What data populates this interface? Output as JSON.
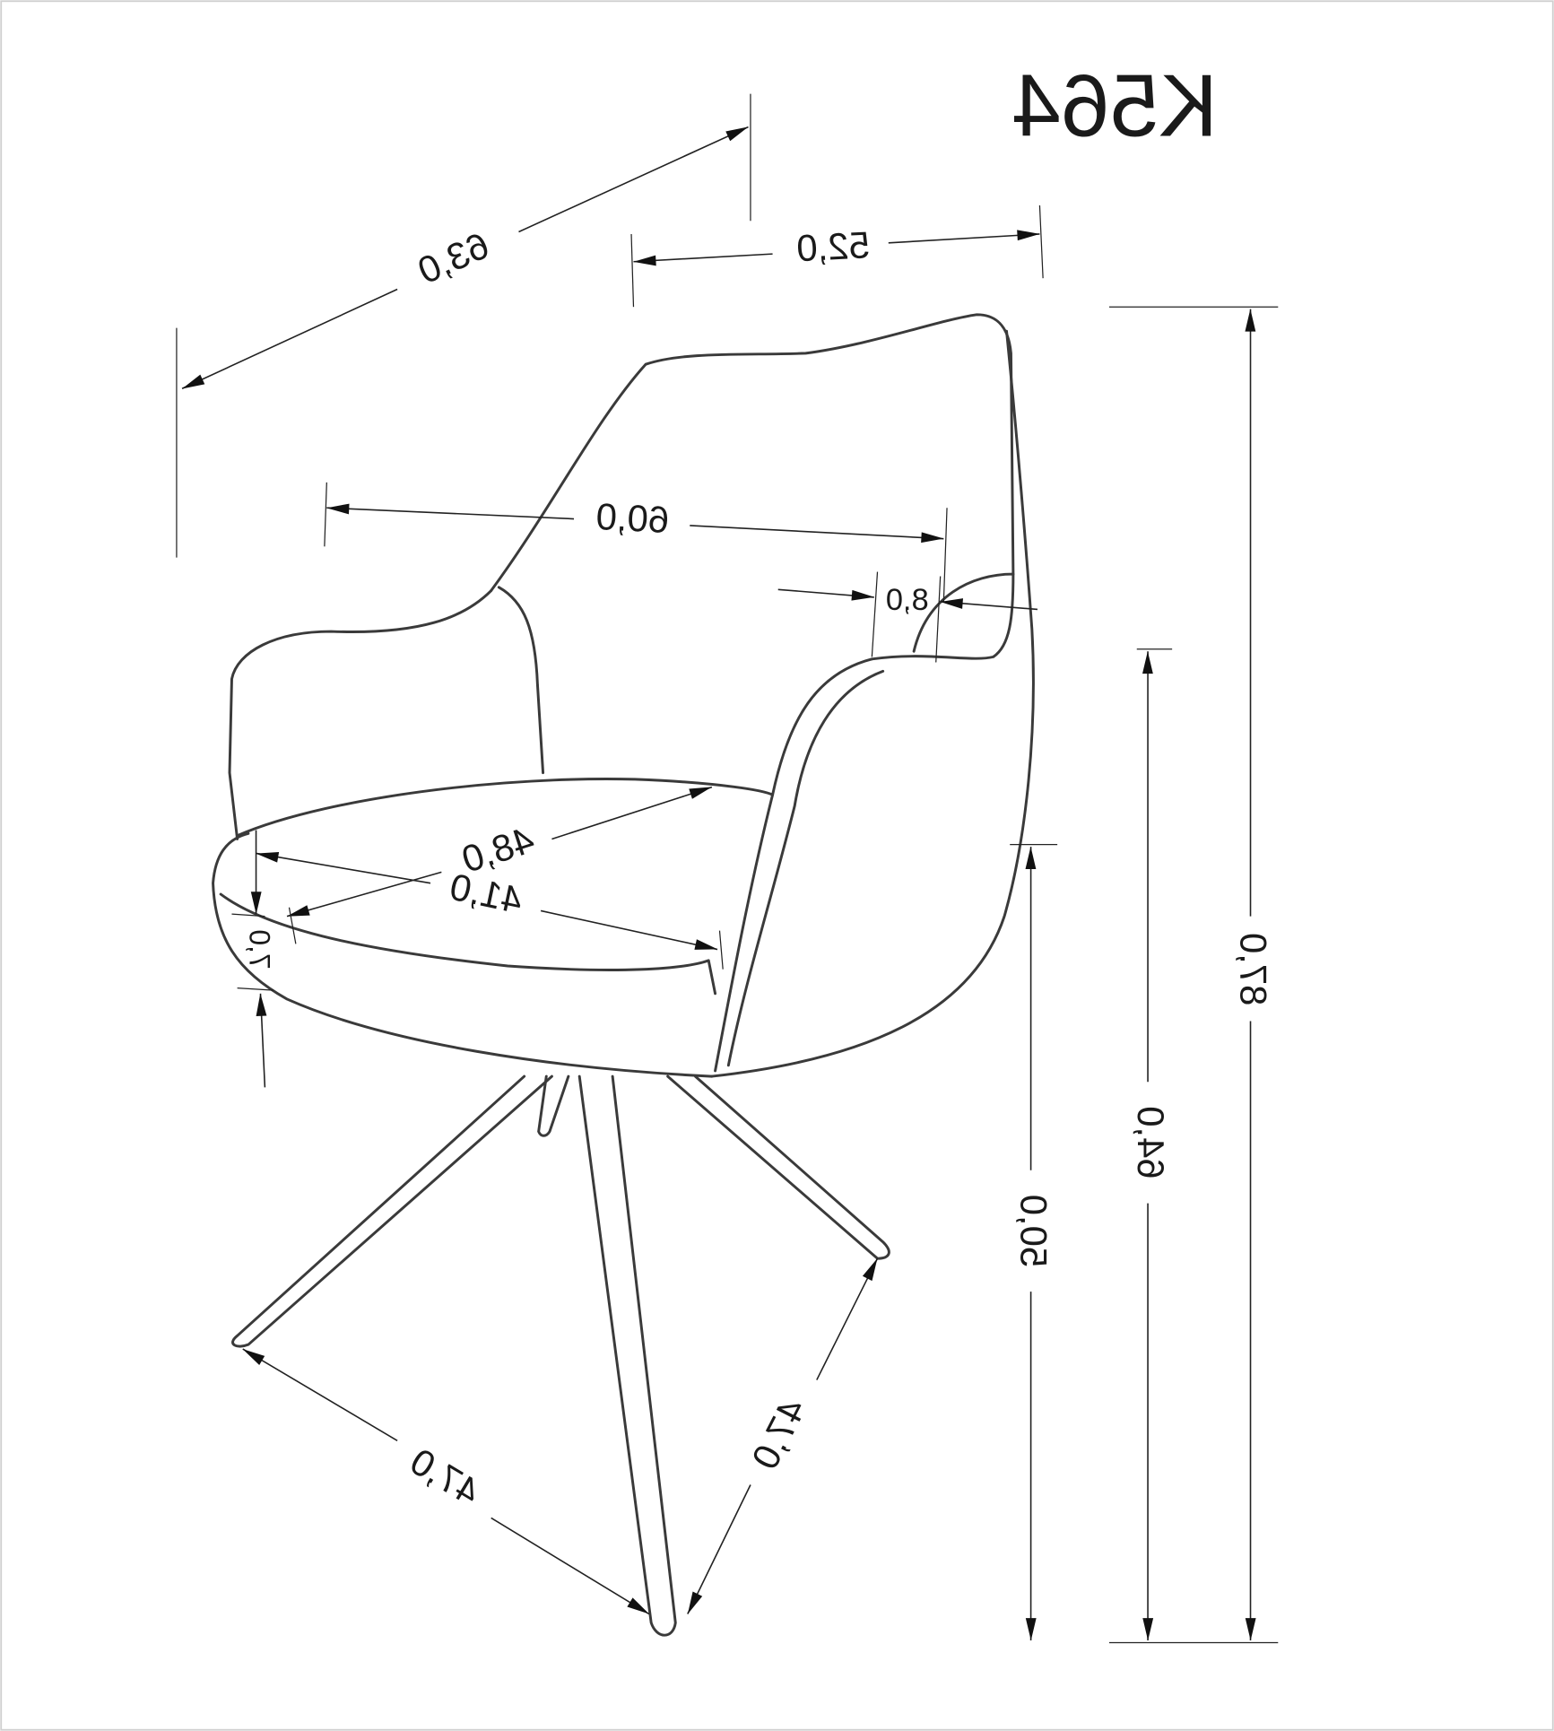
{
  "title": "K564",
  "mirrored": true,
  "dimensions": {
    "overall_depth": "63,0",
    "back_width": "52,0",
    "overall_width": "60,0",
    "arm_width": "8,0",
    "seat_width": "48,0",
    "seat_depth": "41,0",
    "seat_thickness": "7,0",
    "leg_span_left": "47,0",
    "leg_span_right": "47,0",
    "seat_height": "50,0",
    "arm_height": "64,0",
    "total_height": "87,0"
  }
}
